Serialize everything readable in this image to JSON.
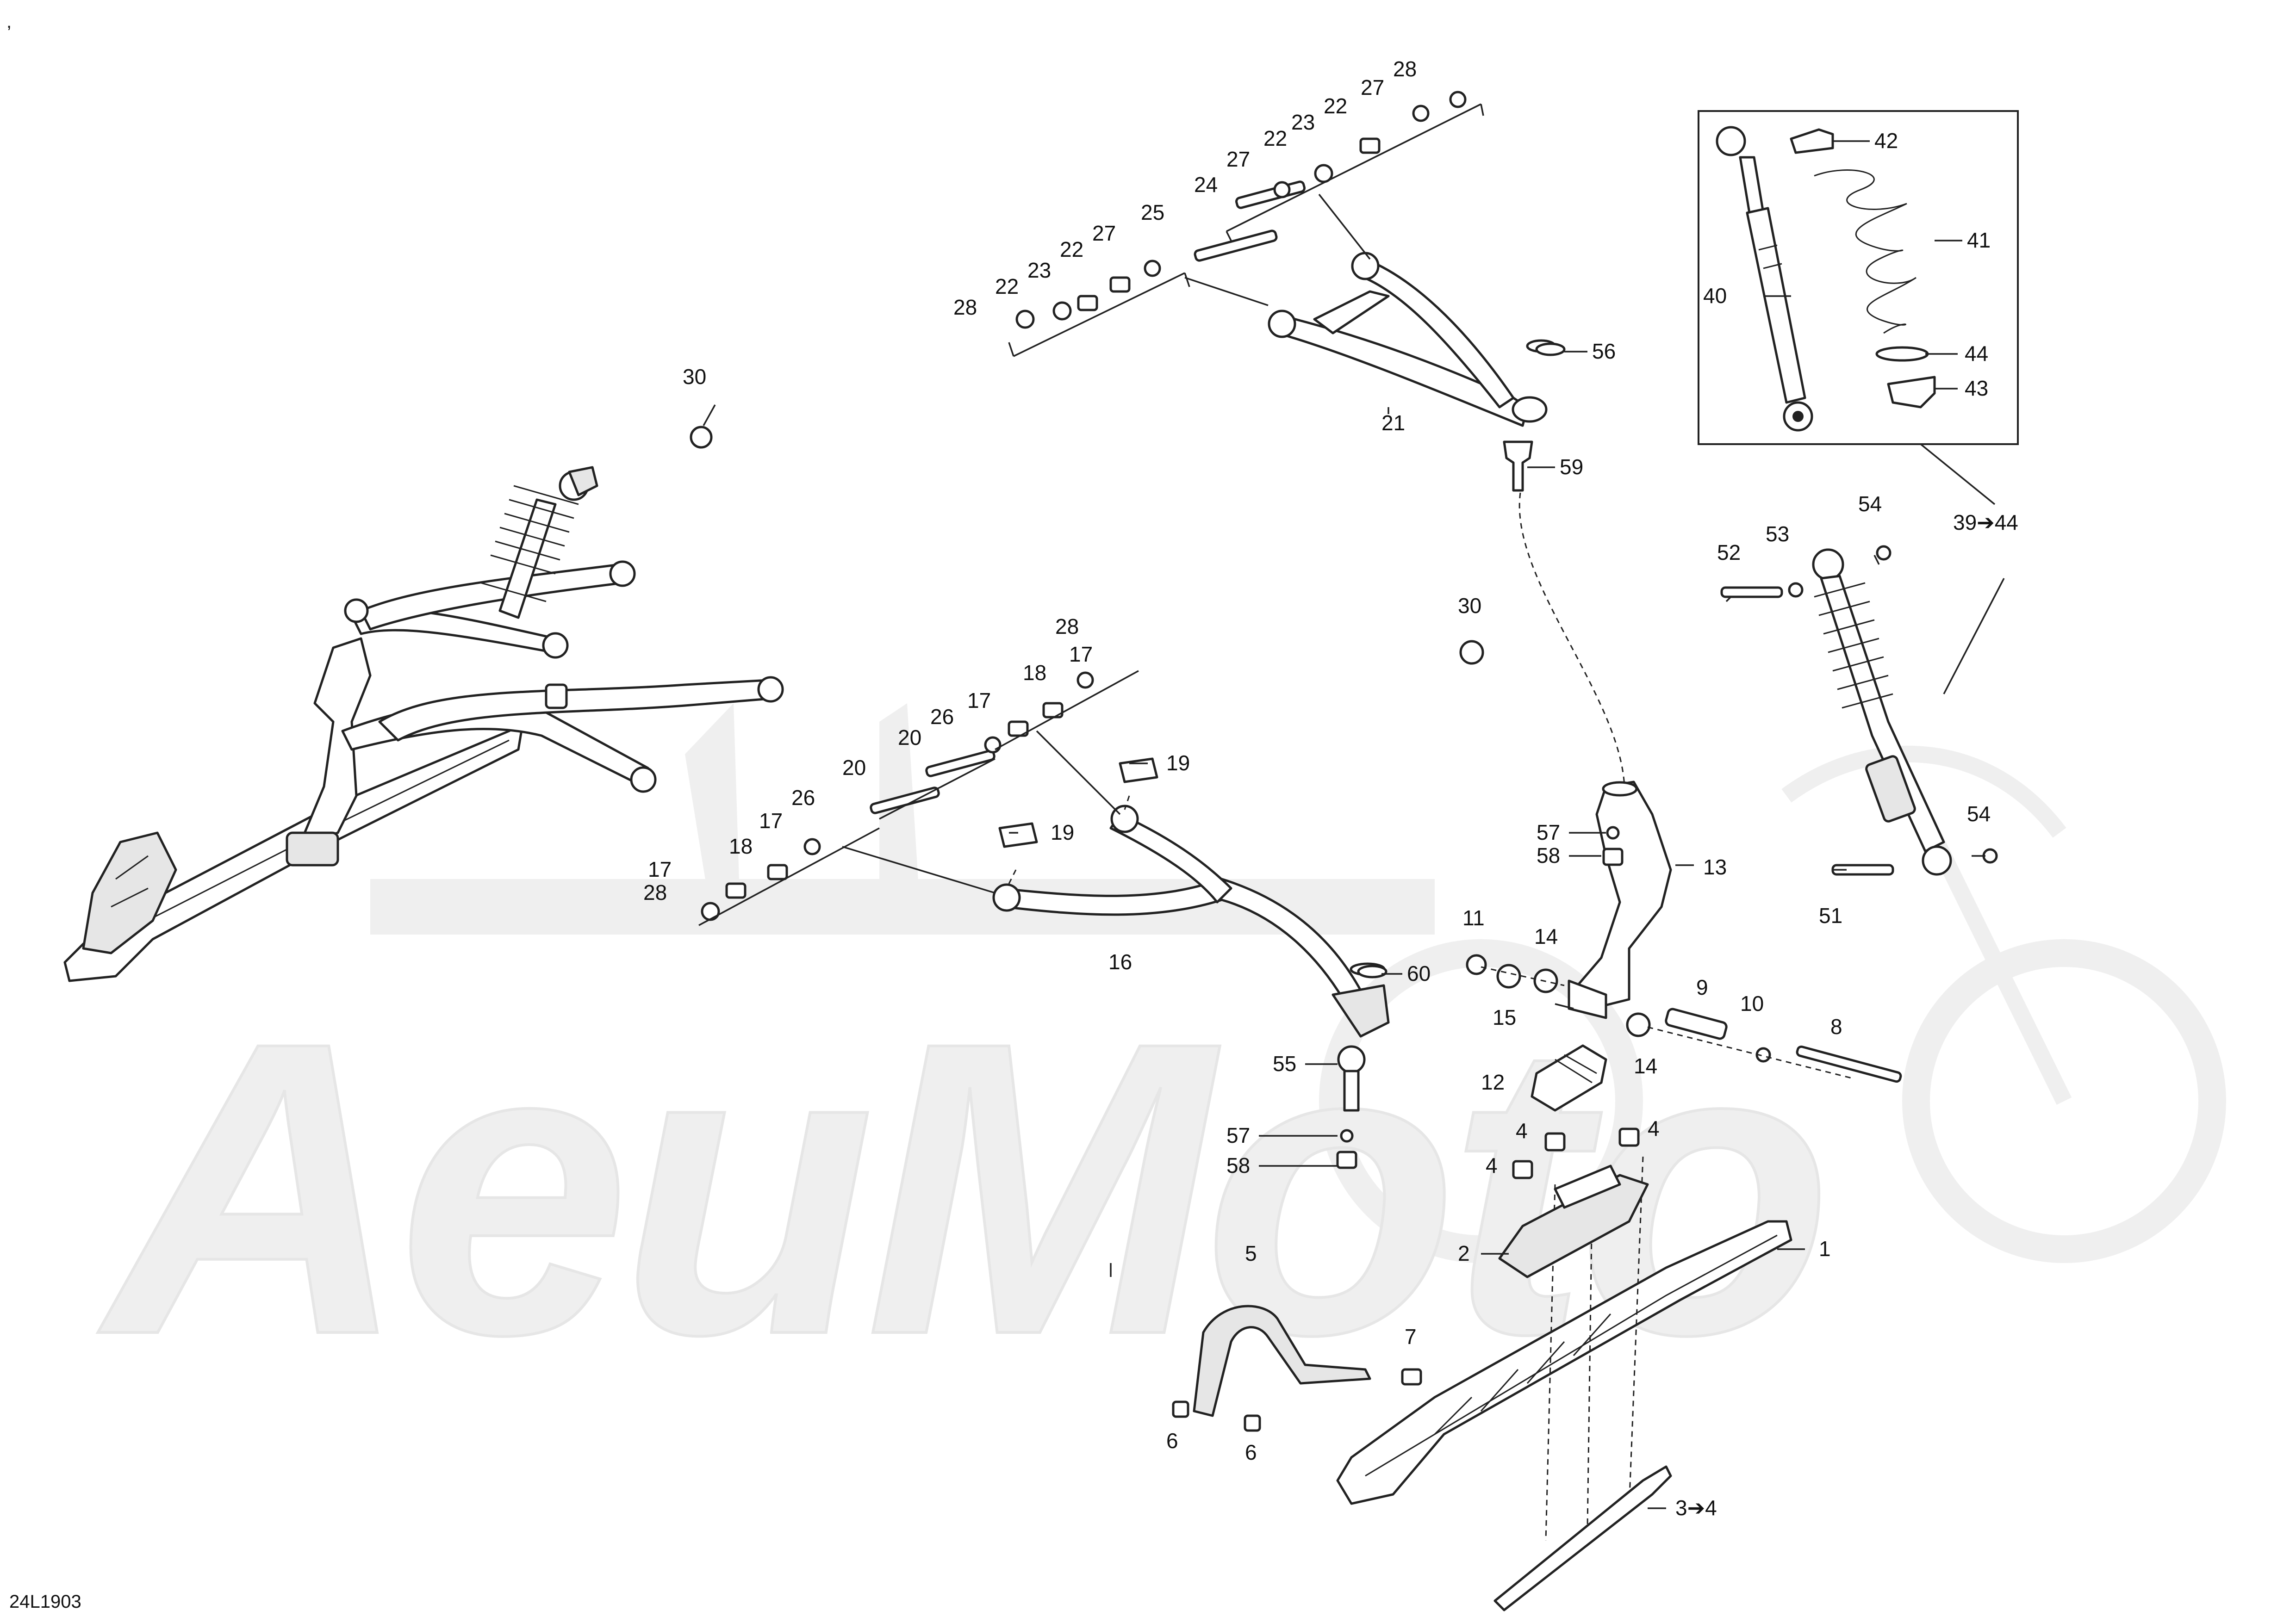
{
  "drawing": {
    "corner_mark": ",",
    "drawing_code": "24L1903",
    "watermark_text": "AeиMoto"
  },
  "callouts": [
    {
      "id": "c1",
      "text": "1"
    },
    {
      "id": "c2",
      "text": "2"
    },
    {
      "id": "c3",
      "text": "3➔4"
    },
    {
      "id": "c4a",
      "text": "4"
    },
    {
      "id": "c4b",
      "text": "4"
    },
    {
      "id": "c4c",
      "text": "4"
    },
    {
      "id": "c5",
      "text": "5"
    },
    {
      "id": "c6a",
      "text": "6"
    },
    {
      "id": "c6b",
      "text": "6"
    },
    {
      "id": "c7",
      "text": "7"
    },
    {
      "id": "c8",
      "text": "8"
    },
    {
      "id": "c9",
      "text": "9"
    },
    {
      "id": "c10",
      "text": "10"
    },
    {
      "id": "c11",
      "text": "11"
    },
    {
      "id": "c12",
      "text": "12"
    },
    {
      "id": "c13",
      "text": "13"
    },
    {
      "id": "c14a",
      "text": "14"
    },
    {
      "id": "c14b",
      "text": "14"
    },
    {
      "id": "c15",
      "text": "15"
    },
    {
      "id": "c16",
      "text": "16"
    },
    {
      "id": "c17a",
      "text": "17"
    },
    {
      "id": "c17b",
      "text": "17"
    },
    {
      "id": "c17c",
      "text": "17"
    },
    {
      "id": "c17d",
      "text": "17"
    },
    {
      "id": "c18a",
      "text": "18"
    },
    {
      "id": "c18b",
      "text": "18"
    },
    {
      "id": "c19a",
      "text": "19"
    },
    {
      "id": "c19b",
      "text": "19"
    },
    {
      "id": "c20a",
      "text": "20"
    },
    {
      "id": "c20b",
      "text": "20"
    },
    {
      "id": "c21",
      "text": "21"
    },
    {
      "id": "c22a",
      "text": "22"
    },
    {
      "id": "c22b",
      "text": "22"
    },
    {
      "id": "c22c",
      "text": "22"
    },
    {
      "id": "c22d",
      "text": "22"
    },
    {
      "id": "c23a",
      "text": "23"
    },
    {
      "id": "c23b",
      "text": "23"
    },
    {
      "id": "c24",
      "text": "24"
    },
    {
      "id": "c25",
      "text": "25"
    },
    {
      "id": "c26a",
      "text": "26"
    },
    {
      "id": "c26b",
      "text": "26"
    },
    {
      "id": "c27a",
      "text": "27"
    },
    {
      "id": "c27b",
      "text": "27"
    },
    {
      "id": "c27c",
      "text": "27"
    },
    {
      "id": "c28a",
      "text": "28"
    },
    {
      "id": "c28b",
      "text": "28"
    },
    {
      "id": "c28c",
      "text": "28"
    },
    {
      "id": "c28d",
      "text": "28"
    },
    {
      "id": "c30a",
      "text": "30"
    },
    {
      "id": "c30b",
      "text": "30"
    },
    {
      "id": "c39",
      "text": "39➔44"
    },
    {
      "id": "c40",
      "text": "40"
    },
    {
      "id": "c41",
      "text": "41"
    },
    {
      "id": "c42",
      "text": "42"
    },
    {
      "id": "c43",
      "text": "43"
    },
    {
      "id": "c44",
      "text": "44"
    },
    {
      "id": "c51",
      "text": "51"
    },
    {
      "id": "c52",
      "text": "52"
    },
    {
      "id": "c53",
      "text": "53"
    },
    {
      "id": "c54a",
      "text": "54"
    },
    {
      "id": "c54b",
      "text": "54"
    },
    {
      "id": "c55",
      "text": "55"
    },
    {
      "id": "c56",
      "text": "56"
    },
    {
      "id": "c57a",
      "text": "57"
    },
    {
      "id": "c57b",
      "text": "57"
    },
    {
      "id": "c58a",
      "text": "58"
    },
    {
      "id": "c58b",
      "text": "58"
    },
    {
      "id": "c59",
      "text": "59"
    },
    {
      "id": "c60",
      "text": "60"
    }
  ]
}
